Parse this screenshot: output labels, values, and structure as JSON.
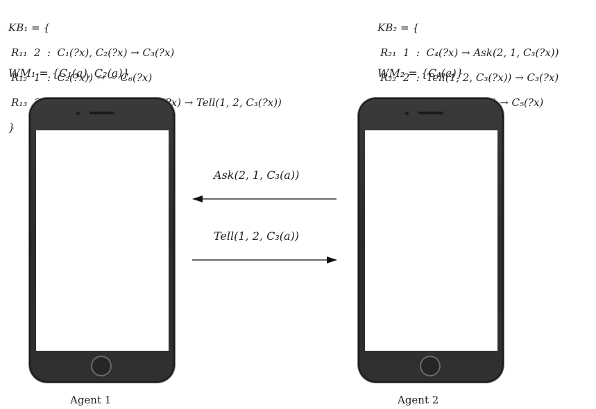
{
  "agent1": {
    "kb_open": "KB₁ = {",
    "rules": [
      "R₁₁  2  :  C₁(?x), C₂(?x) → C₃(?x)",
      "R₁₂  1  :  C₂(?x)) → ∼ C₆(?x)",
      "R₁₃  3  :  Ask(2, 1, C₃(?x)), C₃(?x) → Tell(1, 2, C₃(?x))"
    ],
    "kb_close": "}",
    "wm": "WM₁ = {C₁(a), C₂(a)}",
    "label": "Agent 1"
  },
  "agent2": {
    "kb_open": "KB₂ = {",
    "rules": [
      "R₂₁  1  :  C₄(?x) → Ask(2, 1, C₃(?x))",
      "R₂₂  2  :  Tell(1, 2, C₃(?x)) → C₃(?x)",
      "R₂₃  3  :  C₃(?x), C₄(?x) → C₅(?x)"
    ],
    "kb_close": "}",
    "wm": "WM₂ = {C₄(a)}",
    "label": "Agent 2"
  },
  "messages": {
    "ask": "Ask(2, 1, C₃(a))",
    "tell": "Tell(1, 2, C₃(a))"
  }
}
